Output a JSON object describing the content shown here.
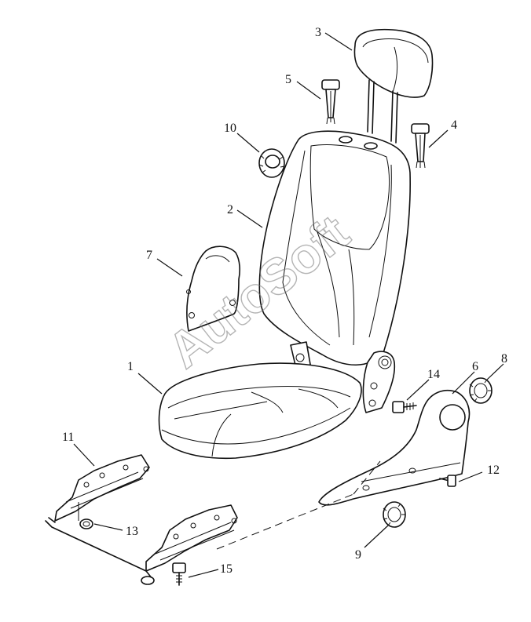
{
  "watermark": "AutoSoft",
  "corner_mark": "",
  "callouts": [
    {
      "id": "1",
      "label": "1"
    },
    {
      "id": "2",
      "label": "2"
    },
    {
      "id": "3",
      "label": "3"
    },
    {
      "id": "4",
      "label": "4"
    },
    {
      "id": "5",
      "label": "5"
    },
    {
      "id": "6",
      "label": "6"
    },
    {
      "id": "7",
      "label": "7"
    },
    {
      "id": "8",
      "label": "8"
    },
    {
      "id": "9",
      "label": "9"
    },
    {
      "id": "10",
      "label": "10"
    },
    {
      "id": "11",
      "label": "11"
    },
    {
      "id": "12",
      "label": "12"
    },
    {
      "id": "13",
      "label": "13"
    },
    {
      "id": "14",
      "label": "14"
    },
    {
      "id": "15",
      "label": "15"
    }
  ]
}
